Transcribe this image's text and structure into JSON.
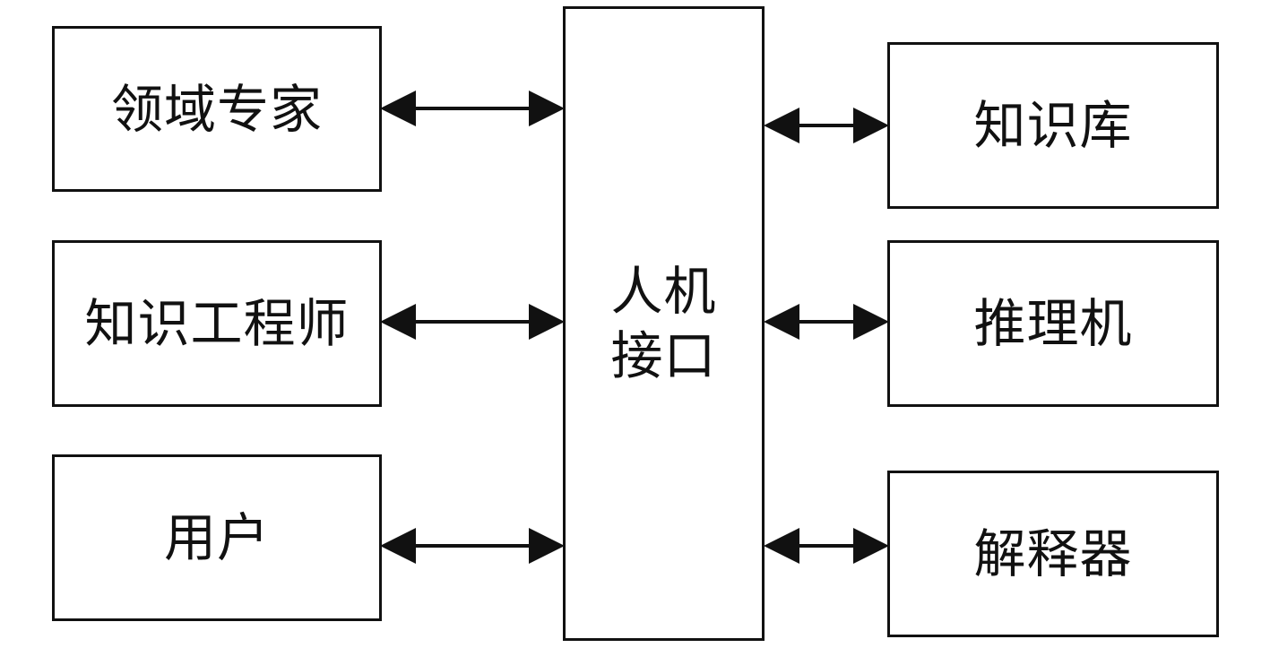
{
  "diagram": {
    "left_boxes": [
      {
        "label": "领域专家"
      },
      {
        "label": "知识工程师"
      },
      {
        "label": "用户"
      }
    ],
    "center_box": {
      "lines": [
        "人机",
        "接口"
      ]
    },
    "right_boxes": [
      {
        "label": "知识库"
      },
      {
        "label": "推理机"
      },
      {
        "label": "解释器"
      }
    ]
  },
  "colors": {
    "stroke": "#111111",
    "background": "#ffffff"
  }
}
